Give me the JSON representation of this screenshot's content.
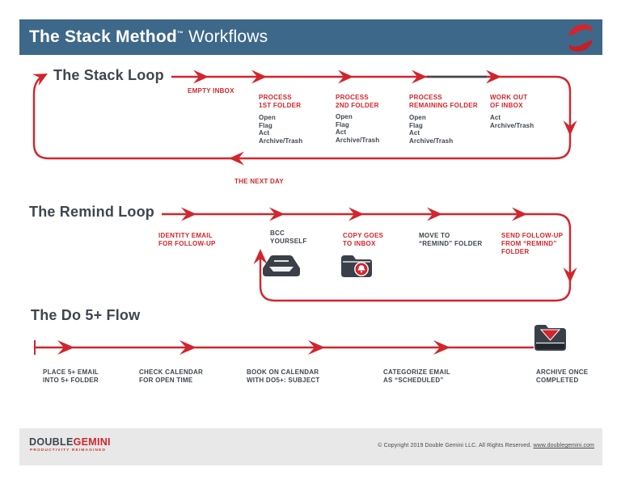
{
  "colors": {
    "header_blue": "#3E6889",
    "accent_red": "#D2252C",
    "dark_text": "#3F464E",
    "footer_bg": "#E8E8E8"
  },
  "header": {
    "title_bold": "The Stack Method",
    "trademark": "™",
    "title_light": "Workflows",
    "logo_icon": "double-gemini-swoosh-icon"
  },
  "stack_loop": {
    "title": "The Stack Loop",
    "next_day_label": "THE NEXT DAY",
    "steps": [
      {
        "label": "EMPTY INBOX",
        "sub": ""
      },
      {
        "label": "PROCESS\n1ST FOLDER",
        "sub": "Open\nFlag\nAct\nArchive/Trash"
      },
      {
        "label": "PROCESS\n2ND FOLDER",
        "sub": "Open\nFlag\nAct\nArchive/Trash"
      },
      {
        "label": "PROCESS\nREMAINING FOLDER",
        "sub": "Open\nFlag\nAct\nArchive/Trash"
      },
      {
        "label": "WORK OUT\nOF INBOX",
        "sub": "Act\nArchive/Trash"
      }
    ]
  },
  "remind_loop": {
    "title": "The Remind Loop",
    "steps": [
      {
        "label": "IDENTITY EMAIL\nFOR FOLLOW-UP"
      },
      {
        "label": "BCC\nYOURSELF",
        "icon": "bcc-tray-icon"
      },
      {
        "label": "COPY GOES\nTO INBOX",
        "icon": "remind-folder-bell-icon"
      },
      {
        "label": "MOVE TO\n“REMIND” FOLDER"
      },
      {
        "label": "SEND FOLLOW-UP\nFROM “REMIND”\nFOLDER"
      }
    ]
  },
  "do5_flow": {
    "title": "The Do 5+ Flow",
    "steps": [
      {
        "label": "PLACE 5+ EMAIL\nINTO 5+ FOLDER"
      },
      {
        "label": "CHECK CALENDAR\nFOR OPEN TIME"
      },
      {
        "label": "BOOK ON CALENDAR\nWITH DO5+: SUBJECT"
      },
      {
        "label": "CATEGORIZE EMAIL\nAS “SCHEDULED”"
      },
      {
        "label": "ARCHIVE ONCE\nCOMPLETED",
        "icon": "archive-folder-icon"
      }
    ]
  },
  "footer": {
    "logo_part1": "DOUBLE",
    "logo_part2": "GEMINI",
    "tagline": "PRODUCTIVITY REIMAGINED",
    "copyright": "© Copyright 2019 Double Gemini LLC. All Rights Reserved.",
    "website": "www.doublegemini.com"
  }
}
